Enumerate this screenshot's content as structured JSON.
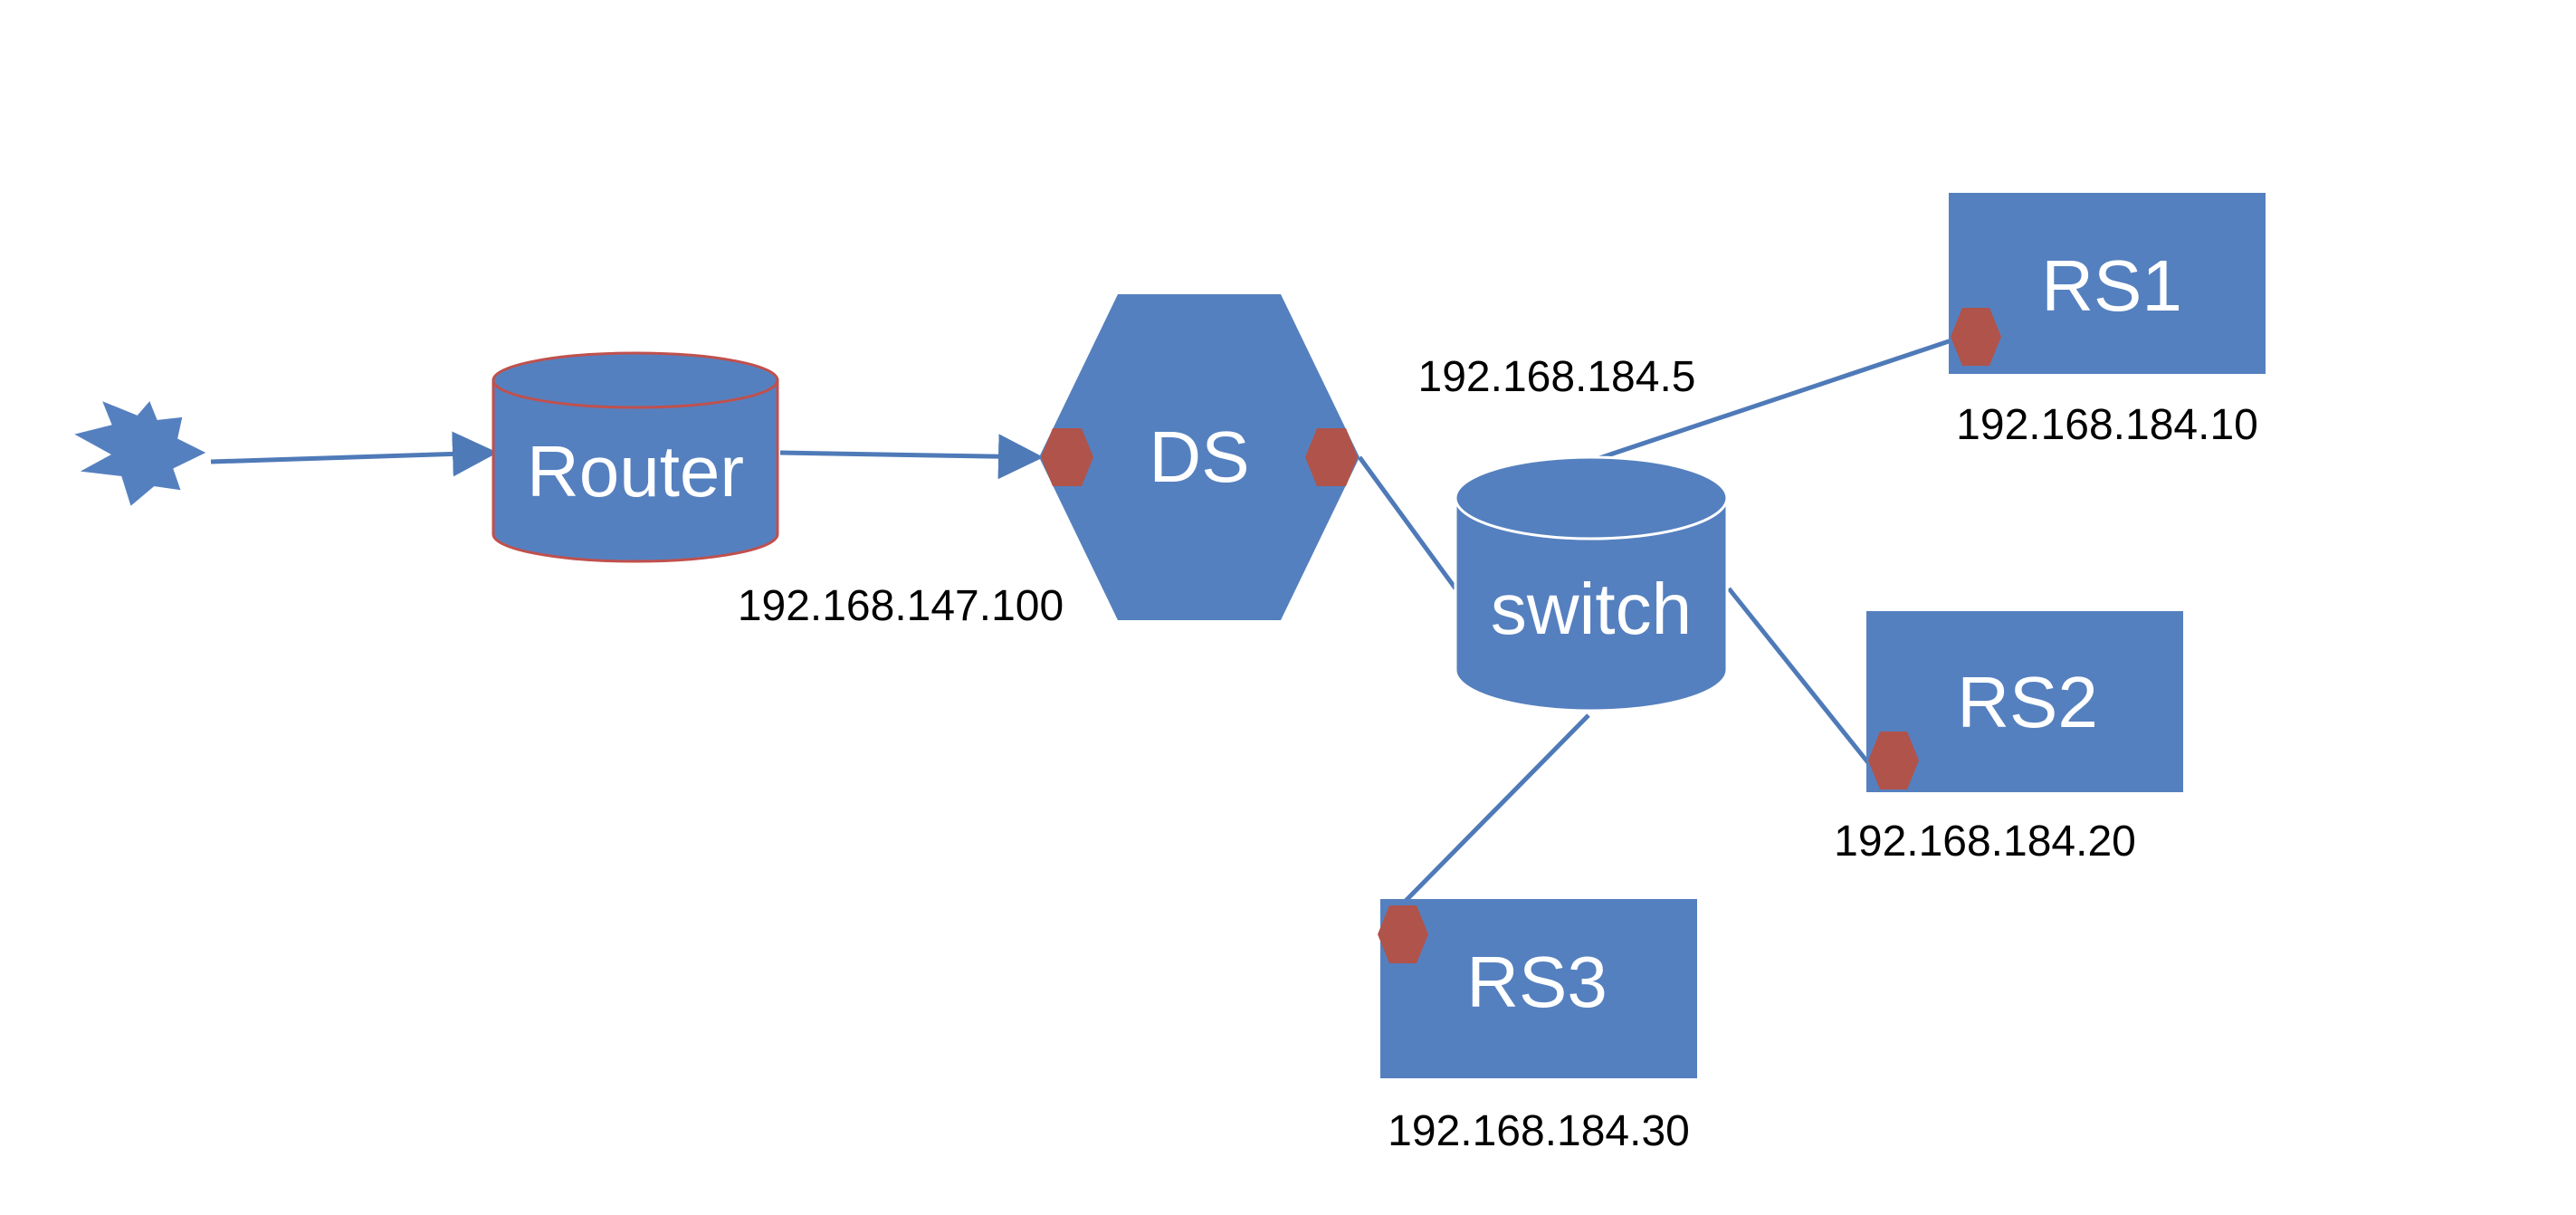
{
  "colors": {
    "node_fill": "#5580bf",
    "node_stroke": "#c0504d",
    "port_fill": "#b0534a",
    "line": "#4f7ab8"
  },
  "icons": {
    "client": "starburst-icon",
    "router": "cylinder-shape",
    "ds": "hexagon-shape",
    "switch": "cylinder-shape",
    "server": "rectangle-shape",
    "port": "hexagon-port-icon"
  },
  "nodes": {
    "router": {
      "label": "Router"
    },
    "ds": {
      "label": "DS"
    },
    "switch": {
      "label": "switch"
    },
    "rs1": {
      "label": "RS1"
    },
    "rs2": {
      "label": "RS2"
    },
    "rs3": {
      "label": "RS3"
    }
  },
  "ip_labels": {
    "ds_external": "192.168.147.100",
    "ds_internal": "192.168.184.5",
    "rs1": "192.168.184.10",
    "rs2": "192.168.184.20",
    "rs3": "192.168.184.30"
  }
}
